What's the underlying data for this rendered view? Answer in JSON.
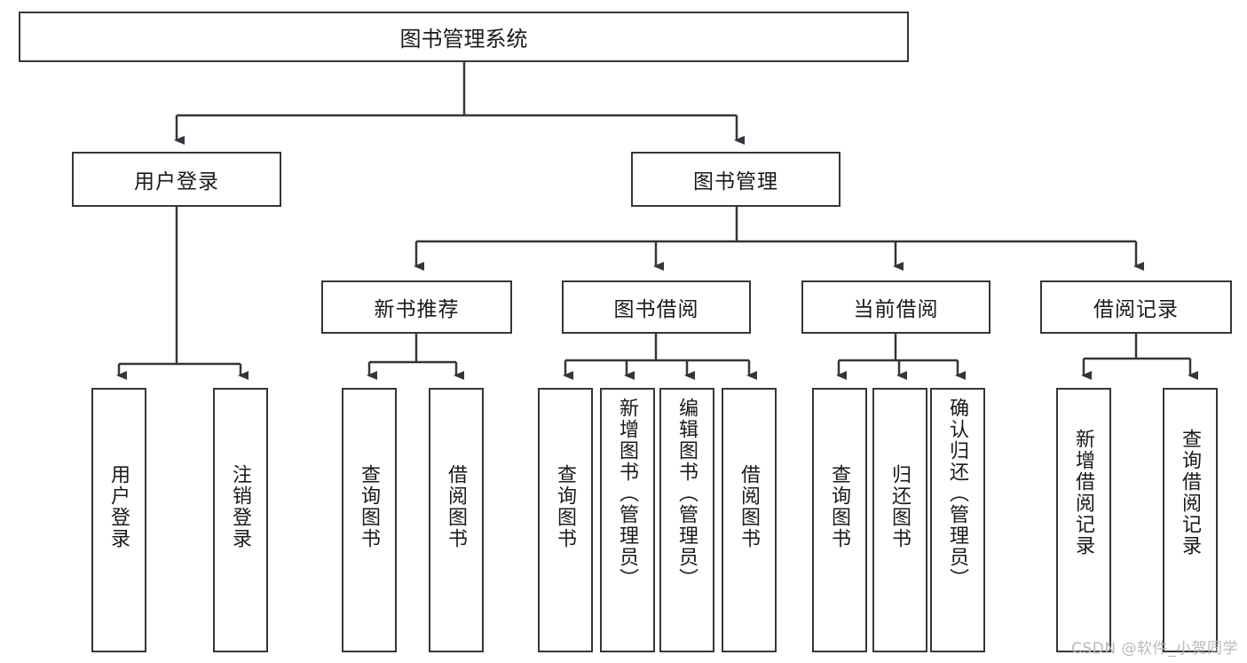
{
  "diagram": {
    "type": "tree-hierarchy",
    "title_node": {
      "label": "图书管理系统"
    },
    "level2": [
      {
        "label": "用户登录"
      },
      {
        "label": "图书管理"
      }
    ],
    "level3": [
      {
        "label": "新书推荐"
      },
      {
        "label": "图书借阅"
      },
      {
        "label": "当前借阅"
      },
      {
        "label": "借阅记录"
      }
    ],
    "leaves": {
      "user_login": [
        {
          "label": "用户登录"
        },
        {
          "label": "注销登录"
        }
      ],
      "new_book_recommend": [
        {
          "label": "查询图书"
        },
        {
          "label": "借阅图书"
        }
      ],
      "book_borrow": [
        {
          "label": "查询图书"
        },
        {
          "label": "新增图书（管理员）"
        },
        {
          "label": "编辑图书（管理员）"
        },
        {
          "label": "借阅图书"
        }
      ],
      "current_borrow": [
        {
          "label": "查询图书"
        },
        {
          "label": "归还图书"
        },
        {
          "label": "确认归还（管理员）"
        }
      ],
      "borrow_record": [
        {
          "label": "新增借阅记录"
        },
        {
          "label": "查询借阅记录"
        }
      ]
    }
  },
  "watermark": {
    "text": "CSDN @软件_小贺同学"
  },
  "colors": {
    "box_border": "#33363b",
    "connector": "#33363b",
    "text": "#1a1a1a",
    "background": "#ffffff",
    "watermark": "#b9b9b9"
  }
}
